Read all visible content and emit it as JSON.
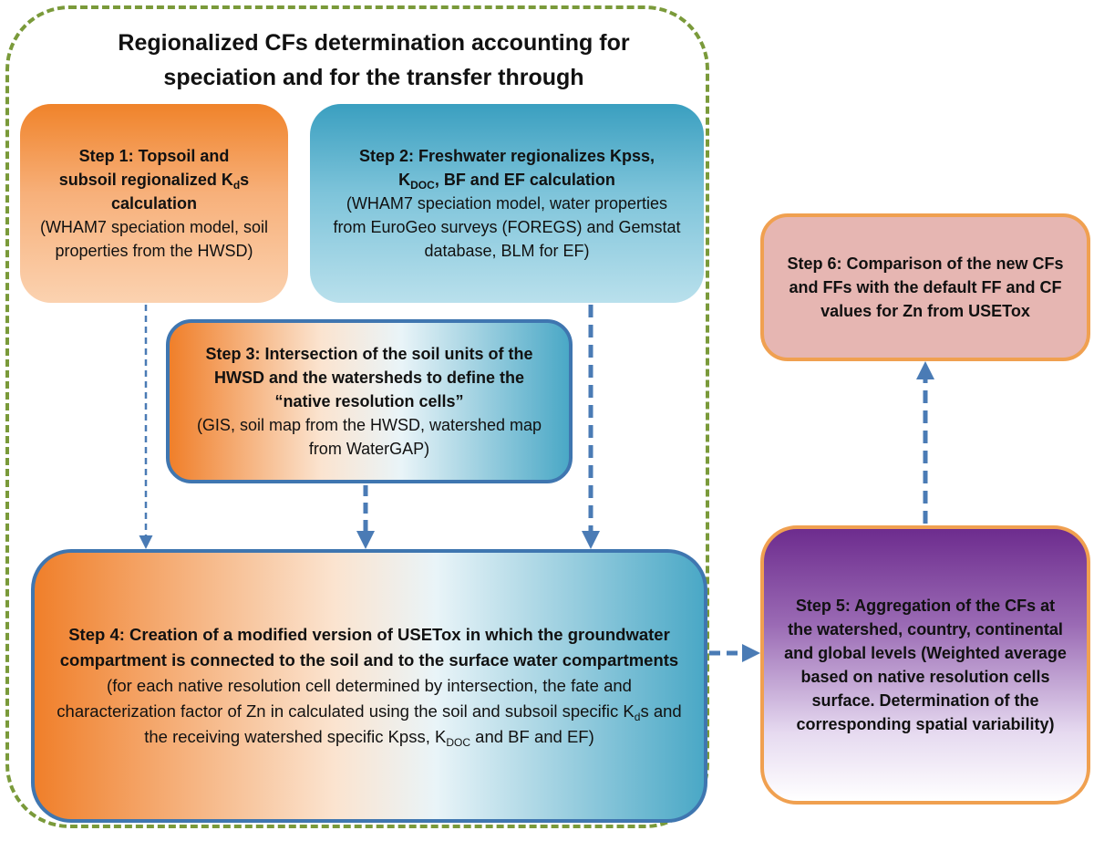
{
  "title": {
    "line1": "Regionalized CFs determination accounting for",
    "line2": "speciation and for the transfer through"
  },
  "steps": {
    "step1": {
      "head_a": "Step 1: Topsoil and",
      "head_b": "subsoil regionalized K",
      "head_b_sub": "d",
      "head_b_tail": "s",
      "head_c": "calculation",
      "body": "(WHAM7 speciation model, soil properties from the HWSD)"
    },
    "step2": {
      "head_a": "Step 2: Freshwater regionalizes Kpss,",
      "head_b": "K",
      "head_b_sub": "DOC",
      "head_b_tail": ", BF and EF calculation",
      "body": "(WHAM7 speciation model, water properties from EuroGeo surveys (FOREGS) and Gemstat database, BLM for EF)"
    },
    "step3": {
      "head": "Step 3: Intersection of the soil units of the HWSD and the watersheds to define the “native resolution cells”",
      "body": "(GIS, soil map from the HWSD, watershed map from WaterGAP)"
    },
    "step4": {
      "head": "Step 4: Creation of a modified version of USETox in which the groundwater compartment is connected to the soil and to the surface water compartments",
      "body_a": "(for each native resolution cell determined by intersection, the fate and characterization factor of Zn in calculated using the soil and subsoil specific K",
      "body_a_sub": "d",
      "body_b": "s and the receiving watershed specific Kpss, K",
      "body_b_sub": "DOC",
      "body_c": " and BF  and EF)"
    },
    "step5": {
      "head": "Step 5: Aggregation of the CFs at the watershed, country, continental and global levels (Weighted average based on native resolution cells surface. Determination of the corresponding spatial variability)"
    },
    "step6": {
      "head": "Step 6: Comparison of the new CFs and FFs with the default FF and CF values for Zn from USETox"
    }
  },
  "colors": {
    "frame": "#7a9a3a",
    "arrow": "#4a7bb5",
    "orange": "#f07f2a",
    "teal": "#4aa8c6",
    "purple": "#6d2c8e"
  }
}
